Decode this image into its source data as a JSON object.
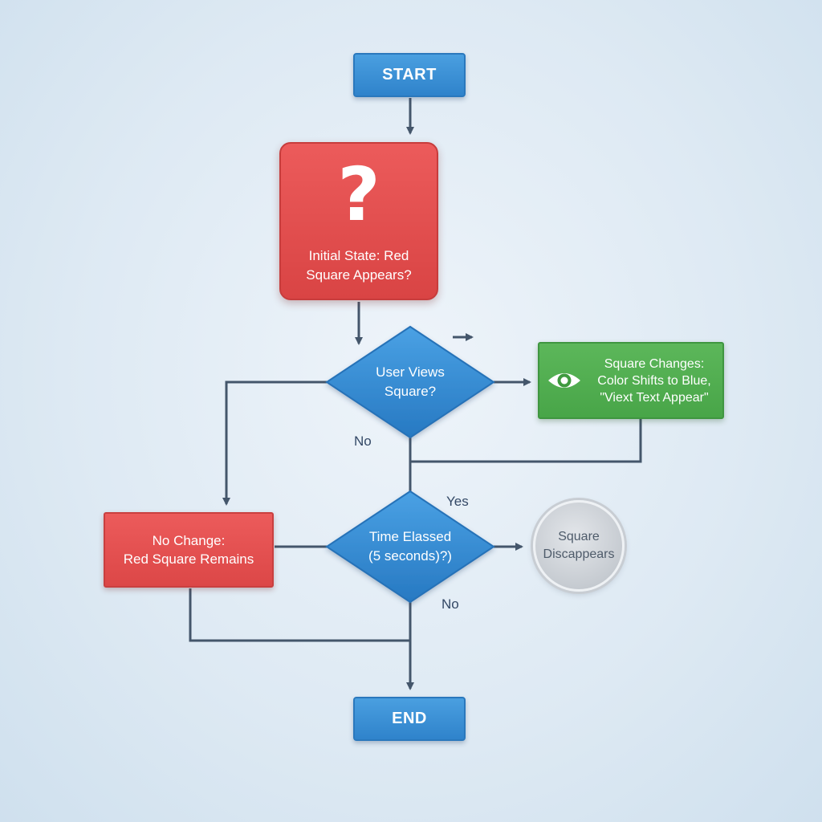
{
  "colors": {
    "terminal": "#2f83cb",
    "decision": "#2c88d0",
    "process_red": "#d94444",
    "process_green": "#4ba84a",
    "connector": "#44566b",
    "end_circle": "#c6cbd1"
  },
  "nodes": {
    "start": {
      "label": "START"
    },
    "initial_state": {
      "icon": "question-mark-icon",
      "glyph": "?",
      "line1": "Initial State: Red",
      "line2": "Square Appears?"
    },
    "decision_user_views": {
      "line1": "User Views",
      "line2": "Square?"
    },
    "square_changes": {
      "icon": "eye-icon",
      "line1": "Square Changes:",
      "line2": "Color Shifts to Blue,",
      "line3": "\"Viext Text Appear\""
    },
    "decision_time": {
      "line1": "Time Elassed",
      "line2": "(5 seconds)?)"
    },
    "no_change": {
      "line1": "No Change:",
      "line2": "Red Square Remains"
    },
    "square_disappears": {
      "line1": "Square",
      "line2": "Discappears"
    },
    "end": {
      "label": "END"
    }
  },
  "edge_labels": {
    "user_views_no": "No",
    "time_yes": "Yes",
    "time_no": "No"
  }
}
